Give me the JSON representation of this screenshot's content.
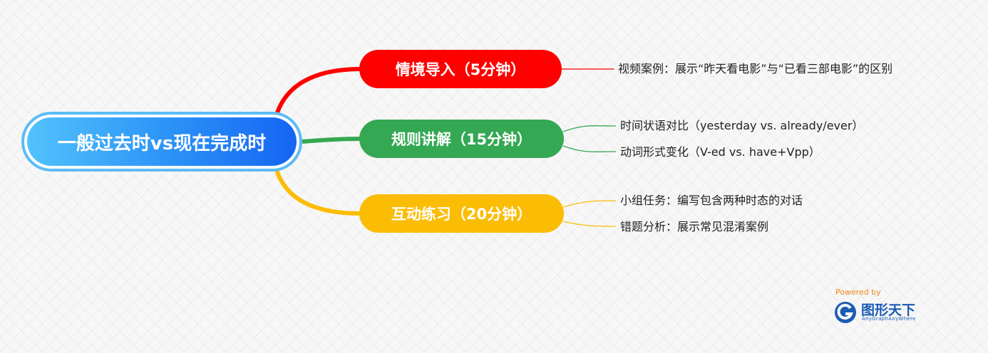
{
  "root": {
    "label": "一般过去时vs现在完成时"
  },
  "branches": [
    {
      "label": "情境导入（5分钟）",
      "color": "#ff0000",
      "leaves": [
        "视频案例：展示“昨天看电影”与“已看三部电影”的区别"
      ]
    },
    {
      "label": "规则讲解（15分钟）",
      "color": "#34a853",
      "leaves": [
        "时间状语对比（yesterday vs. already/ever）",
        "动词形式变化（V-ed vs. have+Vpp）"
      ]
    },
    {
      "label": "互动练习（20分钟）",
      "color": "#fbbc04",
      "leaves": [
        "小组任务：编写包含两种时态的对话",
        "错题分析：展示常见混淆案例"
      ]
    }
  ],
  "branding": {
    "powered_by": "Powered by",
    "name": "图形天下",
    "tagline": "AnyGraphAnyWhere",
    "icon": "g-logo-icon",
    "accent": "#ef8a1e",
    "brand_color": "#1b5bb5"
  }
}
